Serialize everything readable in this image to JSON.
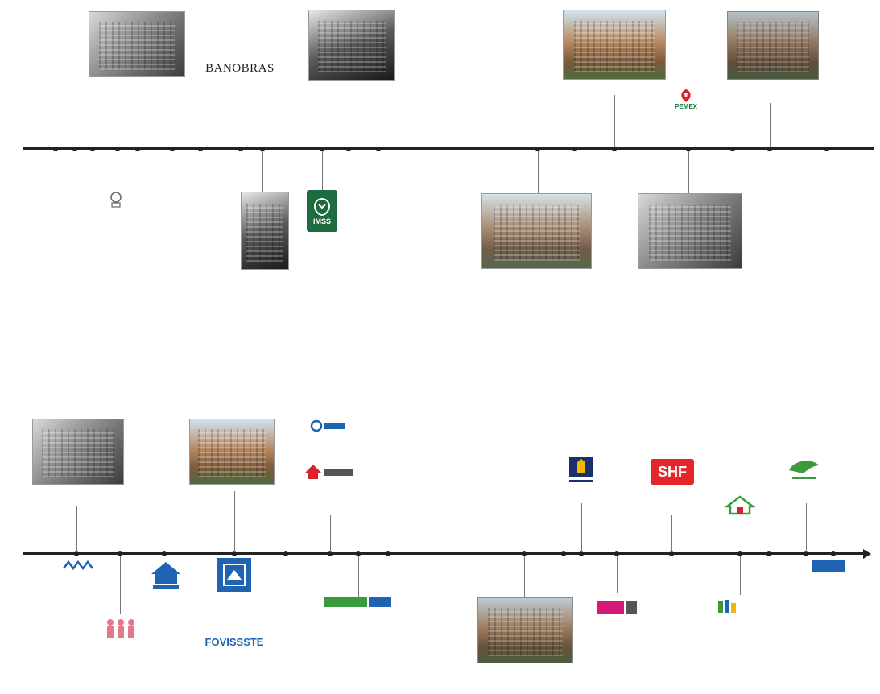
{
  "logos": {
    "banobras": "BANOBRAS",
    "pemex": "PEMEX",
    "imss": "IMSS",
    "fovissste": "FOVISSSTE",
    "shf": "SHF"
  },
  "colors": {
    "axis": "#222222",
    "pemex_red": "#d8232a",
    "pemex_green": "#0a7a3a",
    "imss_green": "#1d6b3e",
    "fovissste_blue": "#1f64b2",
    "shf_red": "#e3262c",
    "conavi_green": "#3b9a3a"
  },
  "icons": [
    "building-photo",
    "emblem-icon",
    "house-icon",
    "tree-icon"
  ]
}
